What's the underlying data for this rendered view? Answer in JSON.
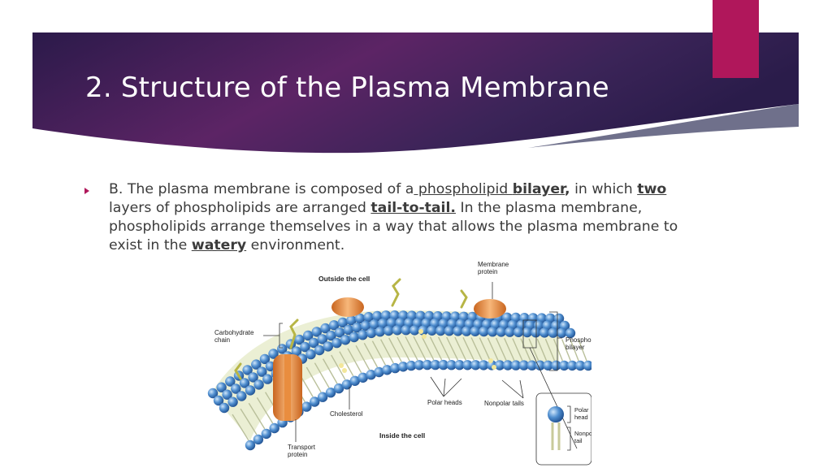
{
  "slide": {
    "title": "2. Structure of the Plasma Membrane",
    "colors": {
      "header_dark": "#2d1b4e",
      "header_mid": "#5a2566",
      "accent_pink": "#b0175b",
      "text": "#3b3b3b"
    },
    "bullet": {
      "icon": "triangle-bullet-icon",
      "segments": [
        {
          "text": "B. The plasma membrane is composed of a",
          "style": "plain"
        },
        {
          "text": " phospholipid ",
          "style": "underline"
        },
        {
          "text": "bilayer",
          "style": "bold-underline"
        },
        {
          "text": ",",
          "style": "bold"
        },
        {
          "text": " in which ",
          "style": "plain"
        },
        {
          "text": "two",
          "style": "bold-underline"
        },
        {
          "text": " layers of phospholipids are arranged ",
          "style": "plain"
        },
        {
          "text": "tail-to-tail.",
          "style": "bold-underline"
        },
        {
          "text": "  In the plasma membrane, phospholipids arrange themselves in a way that allows the plasma membrane to exist in the ",
          "style": "plain"
        },
        {
          "text": "watery",
          "style": "bold-underline"
        },
        {
          "text": " environment.",
          "style": "plain"
        }
      ]
    }
  },
  "figure": {
    "outside_label": "Outside the cell",
    "inside_label": "Inside the cell",
    "membrane_protein_line1": "Membrane",
    "membrane_protein_line2": "protein",
    "carbohydrate_line1": "Carbohydrate",
    "carbohydrate_line2": "chain",
    "phospholipid_line1": "Phospholipid",
    "phospholipid_line2": "bilayer",
    "polar_heads": "Polar heads",
    "nonpolar_tails": "Nonpolar tails",
    "cholesterol": "Cholesterol",
    "transport_line1": "Transport",
    "transport_line2": "protein",
    "inset_polar_line1": "Polar",
    "inset_polar_line2": "head",
    "inset_nonpolar_line1": "Nonpolar",
    "inset_nonpolar_line2": "tail"
  }
}
